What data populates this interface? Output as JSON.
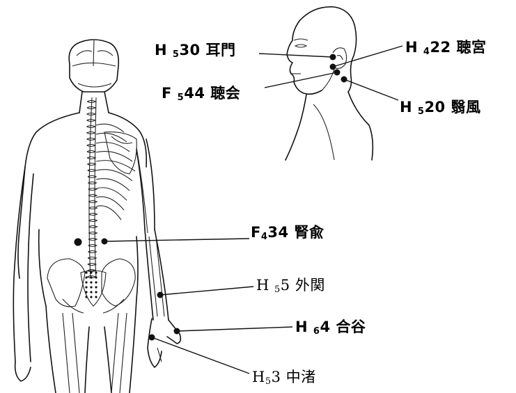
{
  "diagram": {
    "labels": [
      {
        "id": "ear-gate",
        "code_letter": "H",
        "code_sub": "5",
        "code_num": "30",
        "name": "耳門"
      },
      {
        "id": "listening-palace",
        "code_letter": "H",
        "code_sub": "4",
        "code_num": "22",
        "name": "聴宮"
      },
      {
        "id": "listening-assembly",
        "code_letter": "F",
        "code_sub": "5",
        "code_num": "44",
        "name": "聴会"
      },
      {
        "id": "wind-screen",
        "code_letter": "H",
        "code_sub": "5",
        "code_num": "20",
        "name": "翳風"
      },
      {
        "id": "kidney-shu",
        "code_letter": "F",
        "code_sub": "4",
        "code_num": "34",
        "name": "腎兪"
      },
      {
        "id": "outer-pass",
        "code_letter": "H",
        "code_sub": "5",
        "code_num": "5",
        "name": "外関"
      },
      {
        "id": "joining-valley",
        "code_letter": "H",
        "code_sub": "6",
        "code_num": "4",
        "name": "合谷"
      },
      {
        "id": "middle-islet",
        "code_letter": "H",
        "code_sub": "5",
        "code_num": "3",
        "name": "中渚"
      }
    ],
    "point_color": "#111111",
    "line_color": "#111111"
  }
}
